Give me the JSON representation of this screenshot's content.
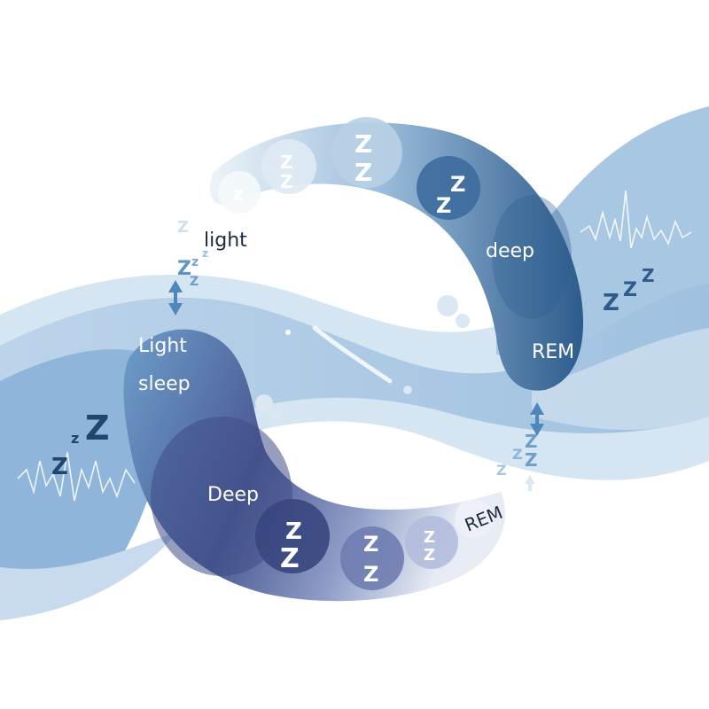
{
  "labels": {
    "light_top": "light",
    "light_sleep_line1": "Light",
    "light_sleep_line2": "sleep",
    "deep_top": "deep",
    "rem_top": "REM",
    "deep_bottom": "Deep",
    "rem_bottom": "REM"
  },
  "glyphs": {
    "z_small": "z",
    "z_large": "Z"
  },
  "colors": {
    "wave_light": "#dbe8f3",
    "wave_mid": "#a9c8e2",
    "wave_dark": "#7eaed4",
    "band_top_start": "#e8f0f7",
    "band_top_end": "#2f5f8f",
    "band_bottom_start": "#6f9fcb",
    "band_bottom_end": "#4a568f",
    "arrow": "#4f86bc"
  }
}
